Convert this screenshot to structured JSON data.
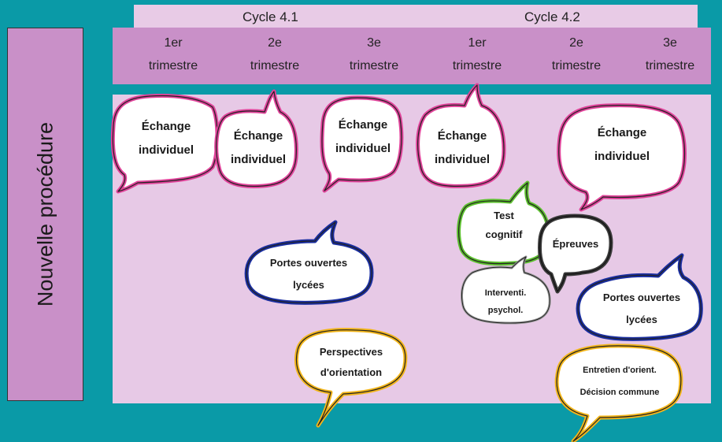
{
  "side_label": "Nouvelle procédure",
  "cycles": [
    "Cycle 4.1",
    "Cycle 4.2"
  ],
  "trimesters": [
    {
      "n": "1er",
      "word": "trimestre"
    },
    {
      "n": "2e",
      "word": "trimestre"
    },
    {
      "n": "3e",
      "word": "trimestre"
    },
    {
      "n": "1er",
      "word": "trimestre"
    },
    {
      "n": "2e",
      "word": "trimestre"
    },
    {
      "n": "3e",
      "word": "trimestre"
    }
  ],
  "bubbles": {
    "echange1": {
      "l1": "Échange",
      "l2": "individuel"
    },
    "echange2": {
      "l1": "Échange",
      "l2": "individuel"
    },
    "echange3": {
      "l1": "Échange",
      "l2": "individuel"
    },
    "echange4": {
      "l1": "Échange",
      "l2": "individuel"
    },
    "echange5": {
      "l1": "Échange",
      "l2": "individuel"
    },
    "test": {
      "l1": "Test",
      "l2": "cognitif"
    },
    "epreuves": {
      "l1": "Épreuves"
    },
    "interventi": {
      "l1": "Interventi.",
      "l2": "psychol."
    },
    "portes1": {
      "l1": "Portes ouvertes",
      "l2": "lycées"
    },
    "portes2": {
      "l1": "Portes ouvertes",
      "l2": "lycées"
    },
    "perspectives": {
      "l1": "Perspectives",
      "l2": "d'orientation"
    },
    "entretien": {
      "l1": "Entretien d'orient.",
      "l2": "Décision commune"
    }
  },
  "colors": {
    "background": "#0a9aa7",
    "pink": "#e0439a",
    "blue": "#1a2ea0",
    "green": "#5cc02e",
    "dark": "#3a3a3a",
    "gray": "#9a9a9a",
    "yellow": "#f2b51a"
  }
}
